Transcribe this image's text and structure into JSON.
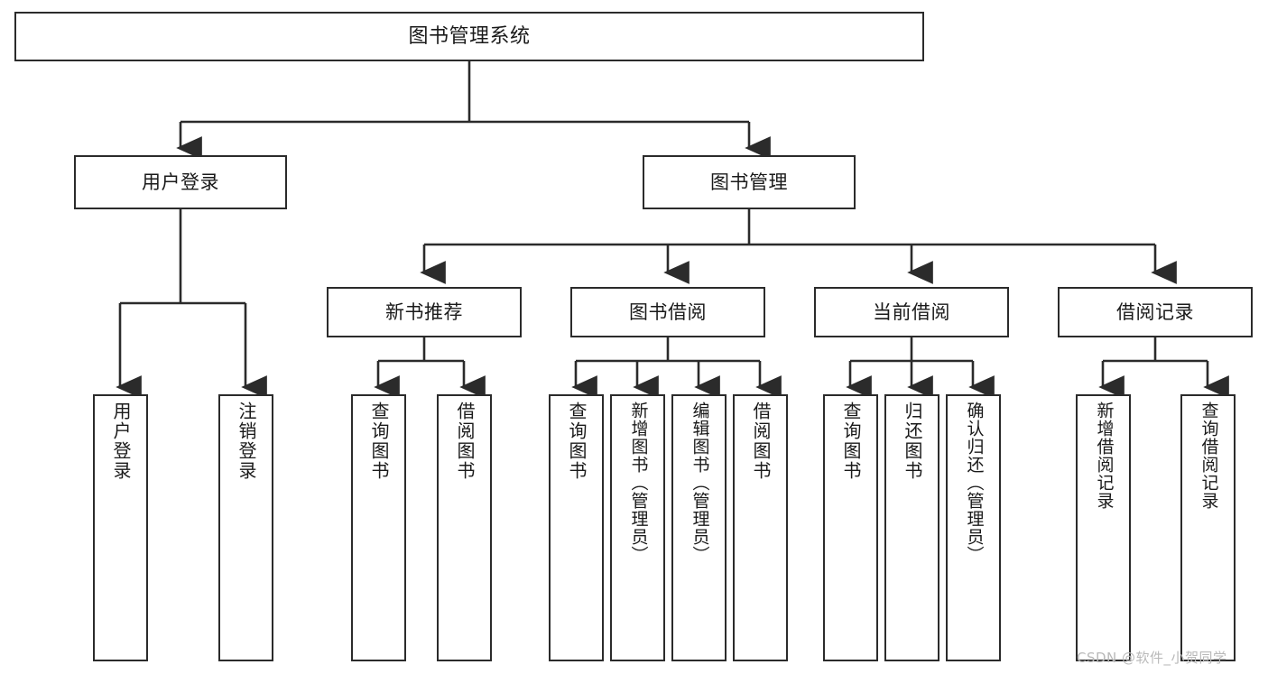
{
  "diagram": {
    "title": "图书管理系统",
    "type": "tree",
    "stroke_color": "#2b2b2b",
    "background_color": "#ffffff",
    "text_color": "#1a1a1a",
    "nodes": {
      "root": {
        "label": "图书管理系统"
      },
      "level2": [
        {
          "id": "user-login",
          "label": "用户登录"
        },
        {
          "id": "book-manage",
          "label": "图书管理"
        }
      ],
      "level3": [
        {
          "id": "new-book-rec",
          "label": "新书推荐"
        },
        {
          "id": "book-borrow",
          "label": "图书借阅"
        },
        {
          "id": "current-borrow",
          "label": "当前借阅"
        },
        {
          "id": "borrow-record",
          "label": "借阅记录"
        }
      ],
      "leaves": {
        "user-login": [
          {
            "id": "leaf-user-login",
            "label": "用户登录"
          },
          {
            "id": "leaf-logout",
            "label": "注销登录"
          }
        ],
        "new-book-rec": [
          {
            "id": "leaf-query-book-1",
            "label": "查询图书"
          },
          {
            "id": "leaf-borrow-book-1",
            "label": "借阅图书"
          }
        ],
        "book-borrow": [
          {
            "id": "leaf-query-book-2",
            "label": "查询图书"
          },
          {
            "id": "leaf-add-book",
            "label": "新增图书（管理员）"
          },
          {
            "id": "leaf-edit-book",
            "label": "编辑图书（管理员）"
          },
          {
            "id": "leaf-borrow-book-2",
            "label": "借阅图书"
          }
        ],
        "current-borrow": [
          {
            "id": "leaf-query-book-3",
            "label": "查询图书"
          },
          {
            "id": "leaf-return-book",
            "label": "归还图书"
          },
          {
            "id": "leaf-confirm-return",
            "label": "确认归还（管理员）"
          }
        ],
        "borrow-record": [
          {
            "id": "leaf-add-record",
            "label": "新增借阅记录"
          },
          {
            "id": "leaf-query-record",
            "label": "查询借阅记录"
          }
        ]
      }
    },
    "watermark": "CSDN @软件_小贺同学"
  }
}
